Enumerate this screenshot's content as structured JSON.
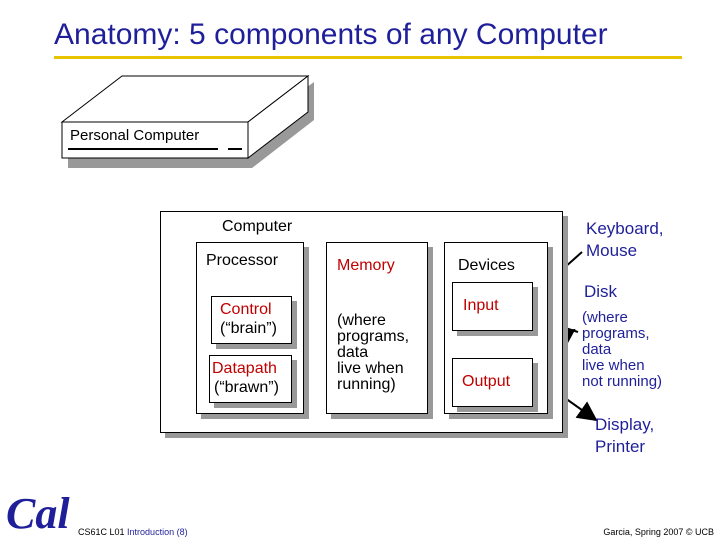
{
  "slide": {
    "title": "Anatomy: 5 components of any Computer",
    "pc_label": "Personal Computer",
    "computer_label": "Computer",
    "processor_label": "Processor",
    "control": {
      "name": "Control",
      "desc": "(“brain”)"
    },
    "datapath": {
      "name": "Datapath",
      "desc": "(“brawn”)"
    },
    "memory": {
      "name": "Memory",
      "desc": [
        "(where",
        "programs,",
        "data",
        "live when",
        "running)"
      ]
    },
    "devices_label": "Devices",
    "input_label": "Input",
    "output_label": "Output",
    "keyboard_label": [
      "Keyboard,",
      "Mouse"
    ],
    "disk": {
      "name": "Disk",
      "desc": [
        "(where",
        "programs,",
        "data",
        "live when",
        "not running)"
      ]
    },
    "display_label": [
      "Display,",
      "Printer"
    ]
  },
  "footer": {
    "course": "CS61C L01",
    "topic": "Introduction (8)",
    "credit": "Garcia, Spring 2007 © UCB"
  },
  "colors": {
    "title": "#1f1f9a",
    "accent": "#e8c400",
    "highlight": "#c00000",
    "logo": "#1f1f9a"
  },
  "icons": {
    "logo": "cal-logo"
  }
}
